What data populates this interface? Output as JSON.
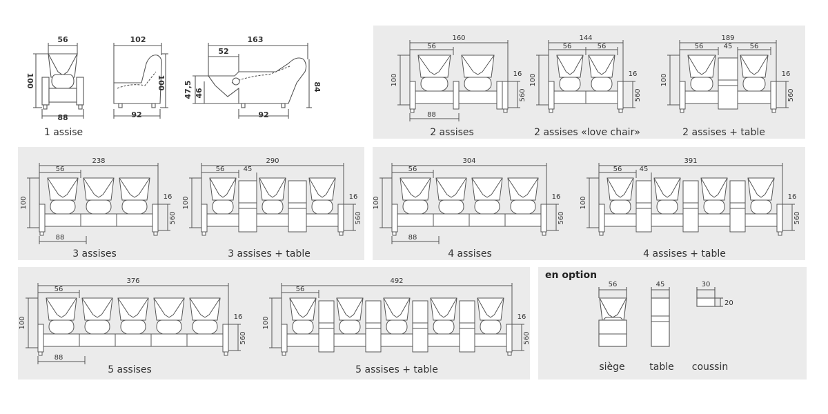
{
  "single": {
    "caption": "1 assise",
    "front": {
      "width": "56",
      "depth_width": "88",
      "height": "100"
    },
    "side": {
      "top": "102",
      "bottom": "92",
      "height": "100"
    },
    "recline": {
      "top": "163",
      "leg": "52",
      "bottom": "92",
      "h1": "47,5",
      "h2": "46",
      "h3": "84"
    }
  },
  "rows": [
    {
      "id": "2a",
      "caption": "2 assises",
      "total": "160",
      "seat": "56",
      "arm": "16",
      "height": "100",
      "depth": "560",
      "base": "88"
    },
    {
      "id": "2l",
      "caption": "2 assises «love chair»",
      "total": "144",
      "seat": "56",
      "seat2": "56",
      "arm": "16",
      "height": "100",
      "depth": "560"
    },
    {
      "id": "2t",
      "caption": "2 assises + table",
      "total": "189",
      "seat": "56",
      "table": "45",
      "seat2": "56",
      "arm": "16",
      "height": "100",
      "depth": "560"
    },
    {
      "id": "3a",
      "caption": "3 assises",
      "total": "238",
      "seat": "56",
      "arm": "16",
      "height": "100",
      "depth": "560",
      "base": "88"
    },
    {
      "id": "3t",
      "caption": "3 assises + table",
      "total": "290",
      "seat": "56",
      "table": "45",
      "arm": "16",
      "height": "100",
      "depth": "560"
    },
    {
      "id": "4a",
      "caption": "4 assises",
      "total": "304",
      "seat": "56",
      "arm": "16",
      "height": "100",
      "depth": "560",
      "base": "88"
    },
    {
      "id": "4t",
      "caption": "4 assises + table",
      "total": "391",
      "seat": "56",
      "table": "45",
      "arm": "16",
      "height": "100",
      "depth": "560"
    },
    {
      "id": "5a",
      "caption": "5 assises",
      "total": "376",
      "seat": "56",
      "arm": "16",
      "height": "100",
      "depth": "560",
      "base": "88"
    },
    {
      "id": "5t",
      "caption": "5 assises + table",
      "total": "492",
      "seat": "56",
      "arm": "16",
      "height": "100",
      "depth": "560"
    }
  ],
  "options": {
    "title": "en option",
    "seat": {
      "caption": "siège",
      "width": "56"
    },
    "table": {
      "caption": "table",
      "width": "45"
    },
    "cushion": {
      "caption": "coussin",
      "width": "30",
      "height": "20"
    }
  },
  "colors": {
    "panel": "#ebebeb",
    "line": "#555555",
    "fill": "#ffffff"
  }
}
